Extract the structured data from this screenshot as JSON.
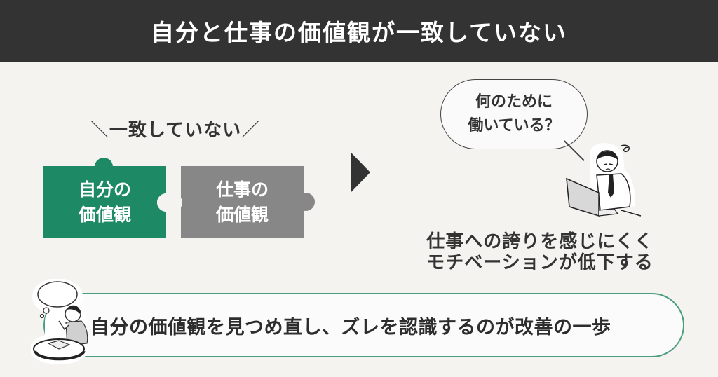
{
  "header": {
    "title": "自分と仕事の価値観が一致していない"
  },
  "diagram": {
    "mismatch_label": {
      "left_mark": "＼",
      "text": "一致していない",
      "right_mark": "／"
    },
    "pieces": [
      {
        "line1": "自分の",
        "line2": "価値観",
        "color": "#1e8a65"
      },
      {
        "line1": "仕事の",
        "line2": "価値観",
        "color": "#878787"
      }
    ],
    "arrow_icon": "triangle-right-icon"
  },
  "consequence": {
    "speech_bubble": {
      "line1": "何のために",
      "line2": "働いている？"
    },
    "illustration": "worried-worker-at-laptop",
    "result_line1": "仕事への誇りを感じにくく",
    "result_line2": "モチベーションが低下する"
  },
  "banner": {
    "text": "自分の価値観を見つめ直し、ズレを認識するのが改善の一歩",
    "illustration": "person-thinking-with-book",
    "border_color": "#4a9e7e"
  },
  "colors": {
    "background": "#f4f3ef",
    "header": "#333333",
    "green": "#1e8a65",
    "gray": "#878787"
  }
}
